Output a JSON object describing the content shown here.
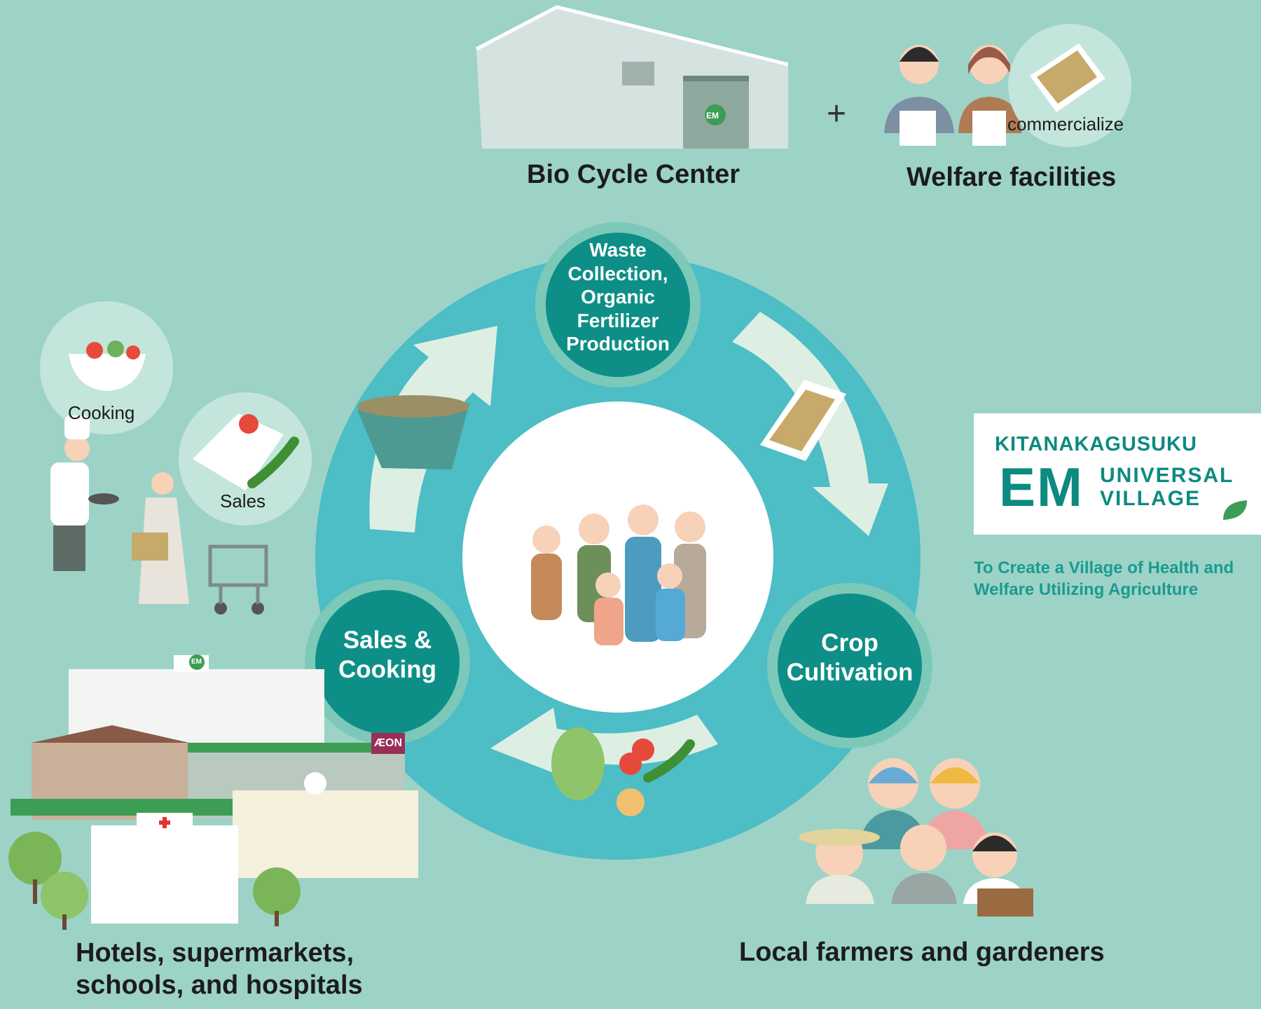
{
  "top": {
    "bio_center": "Bio Cycle Center",
    "welfare": "Welfare facilities",
    "plus": "+",
    "commercialize": "commercialize"
  },
  "cycle": {
    "waste_node": [
      "Waste",
      "Collection,",
      "Organic",
      "Fertilizer",
      "Production"
    ],
    "crop_node": [
      "Crop",
      "Cultivation"
    ],
    "sales_node": [
      "Sales &",
      "Cooking"
    ]
  },
  "left": {
    "cooking": "Cooking",
    "sales": "Sales",
    "caption_line1": "Hotels, supermarkets,",
    "caption_line2": "schools, and hospitals"
  },
  "bottom_right": {
    "caption": "Local farmers and gardeners"
  },
  "logo": {
    "line1": "KITANAKAGUSUKU",
    "em": "EM",
    "line2a": "UNIVERSAL",
    "line2b": "VILLAGE",
    "tagline_line1": "To Create a Village of Health and",
    "tagline_line2": "Welfare Utilizing Agriculture"
  },
  "building_labels": {
    "em_mark": "EM",
    "aeon": "ÆON"
  },
  "colors": {
    "background": "#9dd3c7",
    "ring": "#4dbdc6",
    "node": "#0d8f87",
    "arrow": "#ddeee3",
    "accent": "#0d8a80"
  }
}
